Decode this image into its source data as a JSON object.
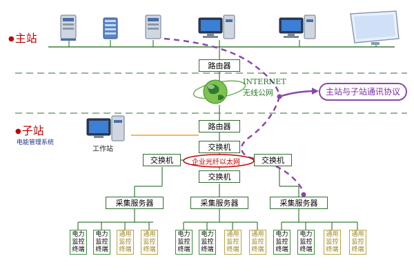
{
  "labels": {
    "main_station": "主站",
    "sub_station": "子站",
    "energy_system": "电能管理系统",
    "workstation": "工作站",
    "internet": "INTERNET",
    "wireless": "无线公网",
    "fiber": "企业光纤以太网",
    "protocol": "主站与子站通讯协议"
  },
  "devices": {
    "router": "路由器",
    "switch": "交换机",
    "collector": "采集服务器"
  },
  "terminals": {
    "power": [
      "电力",
      "监控",
      "终端"
    ],
    "general": [
      "通用",
      "监控",
      "终端"
    ]
  },
  "colors": {
    "line": "#3a7a3a",
    "dashed": "#2f6b2f",
    "accent_red": "#c00000",
    "purple": "#8b46a8",
    "orange": "#f0a020"
  }
}
